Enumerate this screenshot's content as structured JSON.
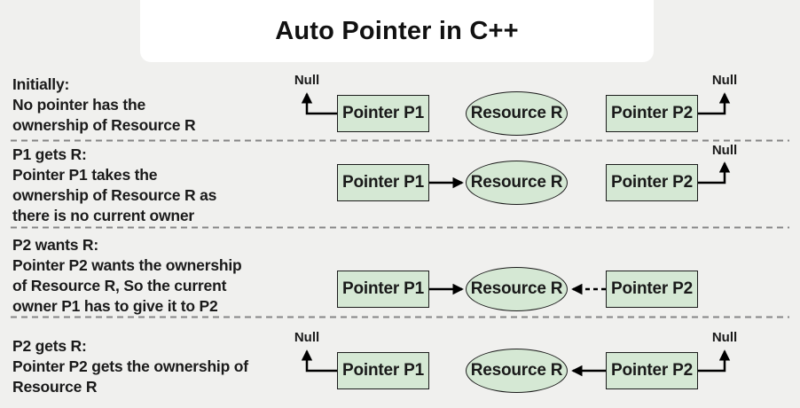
{
  "title": "Auto Pointer in C++",
  "colors": {
    "background": "#f0f0ee",
    "title_card": "#ffffff",
    "node_fill": "#d5e8d4",
    "node_border": "#1c1c1c",
    "text": "#1a1a1a",
    "separator": "#868686",
    "arrow": "#000000"
  },
  "rows": [
    {
      "heading": "Initially:",
      "lines": [
        "No pointer has the",
        "ownership of Resource R"
      ],
      "p1": "Pointer P1",
      "resource": "Resource R",
      "p2": "Pointer P2",
      "null_left": "Null",
      "null_right": "Null"
    },
    {
      "heading": "P1 gets R:",
      "lines": [
        "Pointer P1 takes the",
        "ownership of Resource R as",
        "there is no current owner"
      ],
      "p1": "Pointer P1",
      "resource": "Resource R",
      "p2": "Pointer P2",
      "null_right": "Null"
    },
    {
      "heading": "P2 wants R:",
      "lines": [
        "Pointer P2 wants the ownership",
        "of Resource R, So the current",
        "owner P1 has to give it to P2"
      ],
      "p1": "Pointer P1",
      "resource": "Resource R",
      "p2": "Pointer P2"
    },
    {
      "heading": "P2 gets R:",
      "lines": [
        "Pointer P2 gets the ownership of",
        "Resource R"
      ],
      "p1": "Pointer P1",
      "resource": "Resource R",
      "p2": "Pointer P2",
      "null_left": "Null",
      "null_right": "Null"
    }
  ]
}
